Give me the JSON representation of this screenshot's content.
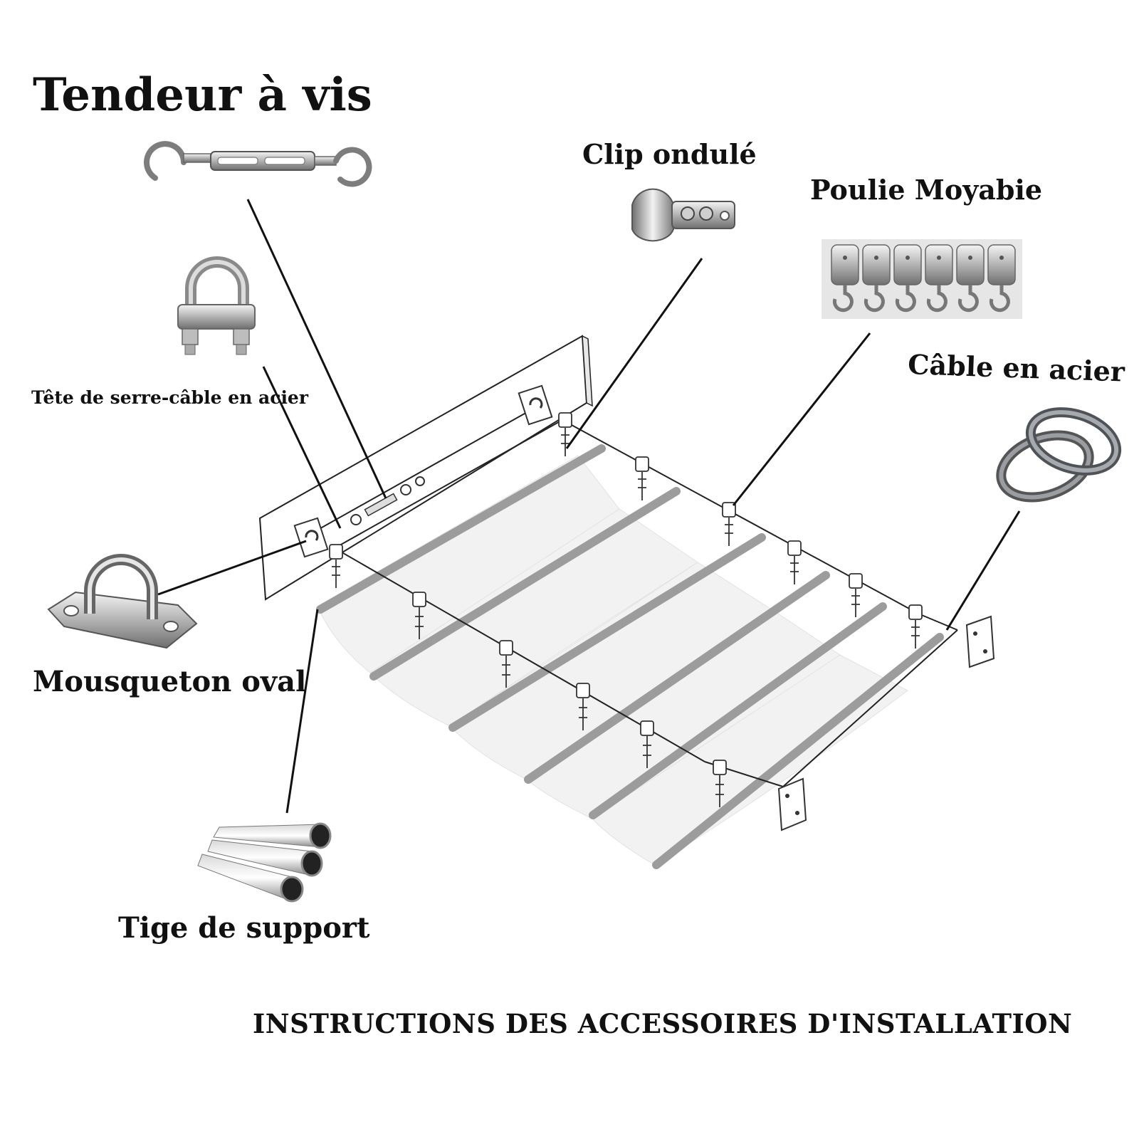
{
  "labels": {
    "turnbuckle": "Tendeur à vis",
    "wave_clip": "Clip ondulé",
    "pulley": "Poulie Moyabie",
    "cable_clamp": "Tête de serre-câble en acier",
    "steel_cable": "Câble en acier",
    "oval_pad_eye": "Mousqueton oval",
    "support_rod": "Tige de support",
    "footer": "INSTRUCTIONS DES ACCESSOIRES D'INSTALLATION"
  },
  "icons": {
    "turnbuckle": "turnbuckle-icon",
    "wave_clip": "wave-clip-icon",
    "pulley": "pulley-hooks-icon",
    "cable_clamp": "cable-clamp-icon",
    "steel_cable": "cable-coil-icon",
    "oval_pad_eye": "pad-eye-icon",
    "support_rod": "steel-rods-icon"
  },
  "colors": {
    "text": "#111111",
    "line": "#111111",
    "fabric": "#f1f1f1",
    "rod": "#9c9c9c",
    "metal": "#b8b8b8"
  }
}
